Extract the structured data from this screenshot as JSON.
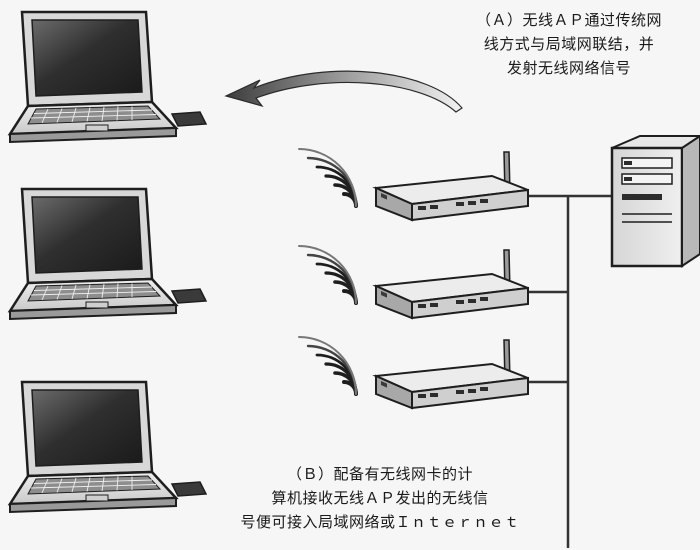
{
  "captions": {
    "a": {
      "line1": "（Ａ）无线ＡＰ通过传统网",
      "line2": "线方式与局域网联结，并",
      "line3": "发射无线网络信号"
    },
    "b": {
      "line1": "（Ｂ）配备有无线网卡的计",
      "line2": "算机接收无线ＡＰ发出的无线信",
      "line3": "号便可接入局域网络或Ｉｎｔｅｒｎｅｔ"
    }
  },
  "devices": {
    "laptops": 3,
    "access_points": 3,
    "servers": 1
  },
  "icons": [
    "laptop-icon",
    "wireless-access-point-icon",
    "wifi-signal-icon",
    "server-tower-icon",
    "curved-arrow-icon"
  ],
  "colors": {
    "background": "#f6f6f6",
    "outline": "#1e1e1e",
    "device_body": "#e2e2e2",
    "screen": "#3a3a3a",
    "cable": "#333333"
  }
}
